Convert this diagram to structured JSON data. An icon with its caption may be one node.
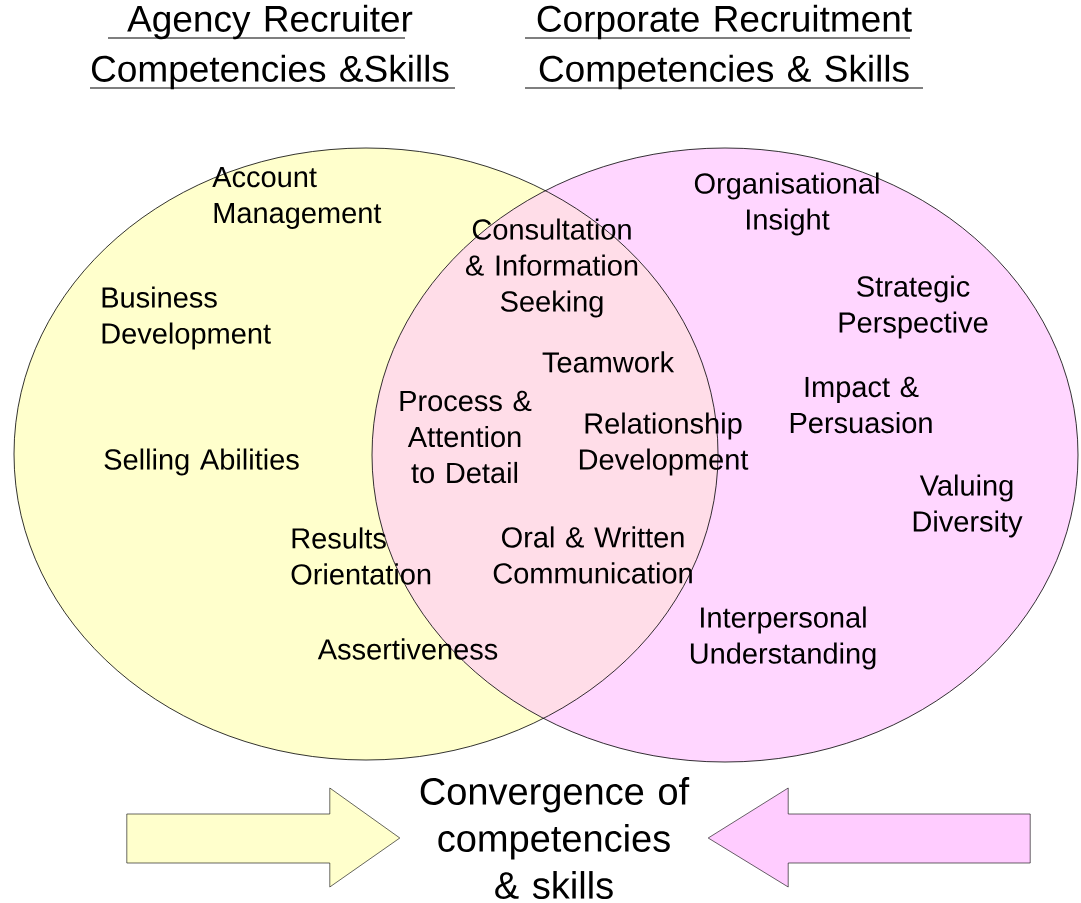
{
  "diagram": {
    "nodes": [
      {
        "text": [
          "Agency Recruiter Competencies &Skills"
        ]
      },
      {
        "text": [
          "Corporate Recruitment Competencies & Skills"
        ]
      },
      {
        "text": [
          "Convergence of competencies & skills"
        ]
      }
    ],
    "edges": [
      {
        "from": null,
        "to": 2,
        "arrow": "to",
        "color": "#ffffcc"
      },
      {
        "from": null,
        "to": 2,
        "arrow": "to",
        "color": "#ffccff"
      }
    ],
    "labels": [
      "Account Management",
      "Business Development",
      "Selling Abilities",
      "Results Orientation",
      "Assertiveness",
      "Consultation & Information Seeking",
      "Teamwork",
      "Process & Attention to Detail",
      "Relationship Development",
      "Oral & Written Communication",
      "Organisational Insight",
      "Strategic Perspective",
      "Impact & Persuasion",
      "Valuing Diversity",
      "Interpersonal Understanding"
    ]
  }
}
